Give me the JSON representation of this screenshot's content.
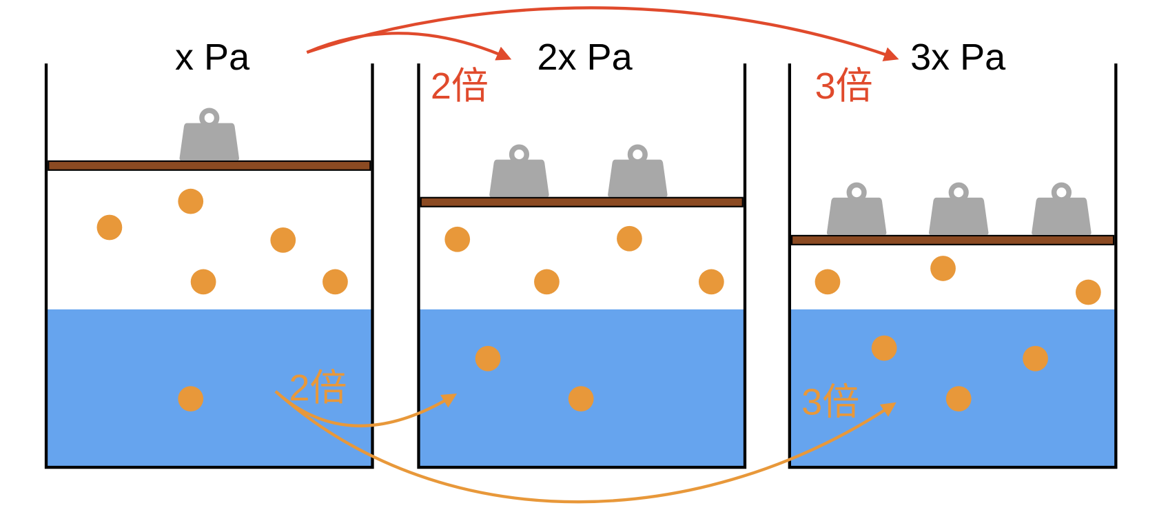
{
  "containers": [
    {
      "pressure_label": "x Pa",
      "weights": 1,
      "air_particles": 5,
      "water_particles": 1
    },
    {
      "pressure_label": "2x Pa",
      "weights": 2,
      "air_particles": 4,
      "water_particles": 2
    },
    {
      "pressure_label": "3x Pa",
      "weights": 3,
      "air_particles": 3,
      "water_particles": 3
    }
  ],
  "pressure_arrows": {
    "to_second": "2倍",
    "to_third": "3倍"
  },
  "dissolved_arrows": {
    "to_second": "2倍",
    "to_third": "3倍"
  },
  "colors": {
    "pressure_arrow": "#e04a2c",
    "dissolved_arrow": "#e8983a",
    "particle": "#e8983a",
    "water": "#66a4ee",
    "piston": "#8b4a22",
    "weight": "#a8a8a8",
    "wall": "#000000"
  }
}
